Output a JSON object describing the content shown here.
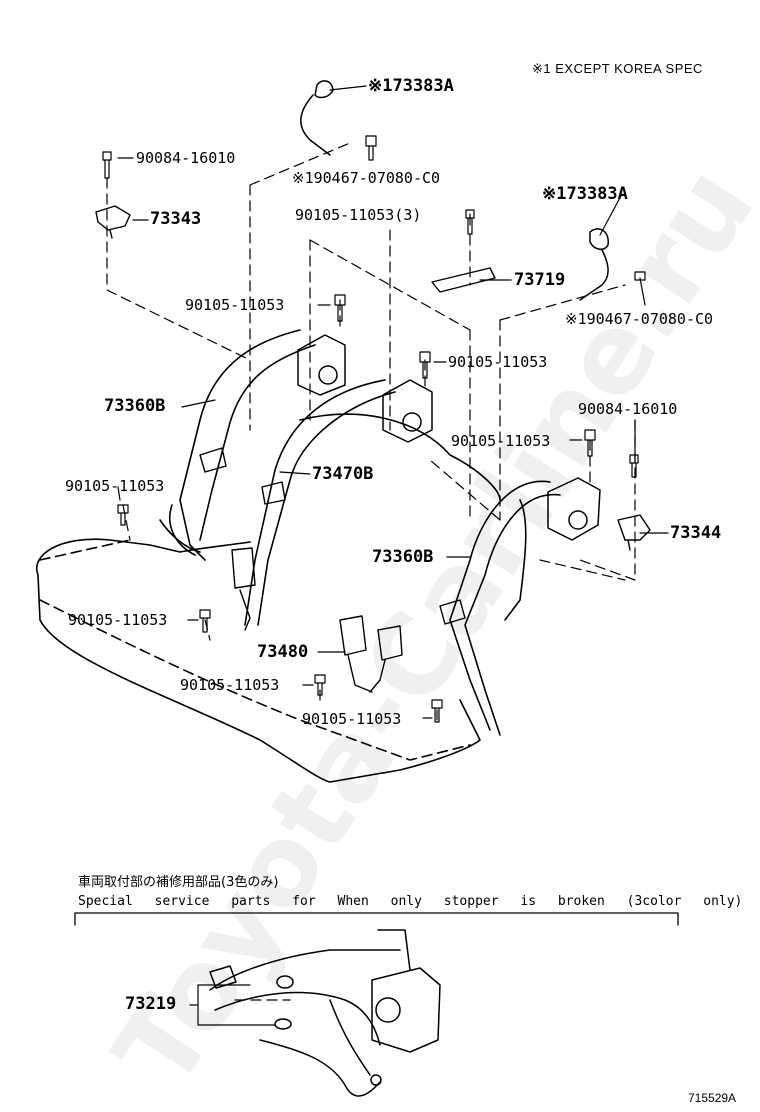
{
  "note": "※1 EXCEPT KOREA SPEC",
  "watermark": "Toyota-Carline.ru",
  "special_section": {
    "title_jp": "車両取付部の補修用部品(3色のみ)",
    "title_en": "Special service parts for When only stopper is broken (3color only)"
  },
  "labels": {
    "p173383a_top": "※173383A",
    "p90084_top": "90084-16010",
    "p190467_top": "※190467-07080-C0",
    "p73343": "73343",
    "p90105_3": "90105-11053(3)",
    "p173383a_right": "※173383A",
    "p73719": "73719",
    "p90105_a": "90105-11053",
    "p190467_right": "※190467-07080-C0",
    "p90105_b": "90105-11053",
    "p73360b_left": "73360B",
    "p90084_right": "90084-16010",
    "p90105_c": "90105-11053",
    "p90105_d": "90105-11053",
    "p73470b": "73470B",
    "p73344": "73344",
    "p73360b_right": "73360B",
    "p90105_e": "90105-11053",
    "p73480": "73480",
    "p90105_f": "90105-11053",
    "p90105_g": "90105-11053",
    "p73219": "73219"
  },
  "drawing_id": "715529A",
  "colors": {
    "line": "#000000",
    "background": "#ffffff",
    "watermark": "#000000"
  }
}
